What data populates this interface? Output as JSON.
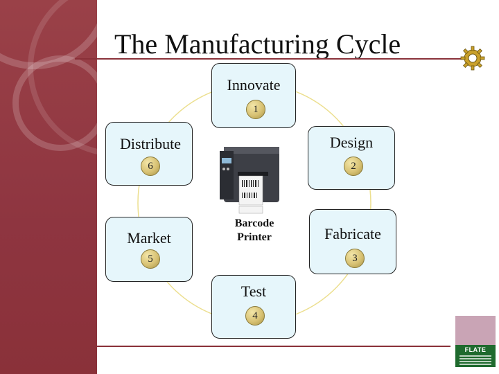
{
  "slide": {
    "title": "The Manufacturing Cycle",
    "accent_color": "#8a3139",
    "node_fill": "#e6f6fb",
    "cycle_ring_color": "#ecdf8f"
  },
  "cycle": {
    "steps": [
      {
        "number": "1",
        "label": "Innovate"
      },
      {
        "number": "2",
        "label": "Design"
      },
      {
        "number": "3",
        "label": "Fabricate"
      },
      {
        "number": "4",
        "label": "Test"
      },
      {
        "number": "5",
        "label": "Market"
      },
      {
        "number": "6",
        "label": "Distribute"
      }
    ]
  },
  "center": {
    "caption_line1": "Barcode",
    "caption_line2": "Printer",
    "icon": "barcode-printer-icon"
  },
  "logo": {
    "name": "FLATE"
  }
}
